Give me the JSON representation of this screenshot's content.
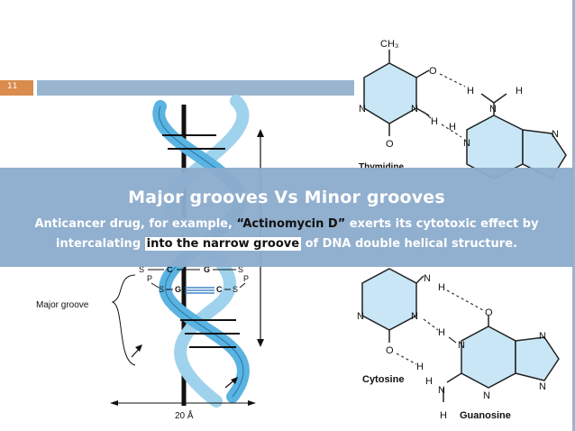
{
  "slide": {
    "number": "11"
  },
  "banner": {
    "title": "Major grooves Vs Minor grooves",
    "body_parts": [
      "Anticancer drug, for example, ",
      "“Actinomycin D”",
      " exerts its cytotoxic effect by intercalating ",
      "into the narrow groove",
      " of DNA double helical structure."
    ]
  },
  "dna_diagram": {
    "major_groove_label": "Major groove",
    "width_label": "20 Å",
    "pair_rows": [
      [
        "S",
        "C",
        "G",
        "S"
      ],
      [
        "P",
        "S",
        "G",
        "C",
        "S",
        "P"
      ]
    ]
  },
  "base_pairs": {
    "top": {
      "left_base": "Thymidine",
      "methyl": "CH₃",
      "atoms": [
        "O",
        "N",
        "N",
        "O",
        "H",
        "H",
        "N",
        "H",
        "H",
        "N",
        "N"
      ]
    },
    "bottom": {
      "left_base": "Cytosine",
      "right_base": "Guanosine",
      "atoms": [
        "N",
        "H",
        "N",
        "N",
        "O",
        "H",
        "H",
        "N",
        "O",
        "N",
        "N",
        "N",
        "N",
        "H",
        "H"
      ]
    }
  },
  "colors": {
    "banner": "#8cacc c",
    "accent": "#d98c4e",
    "base_fill": "#c9e6f6"
  }
}
